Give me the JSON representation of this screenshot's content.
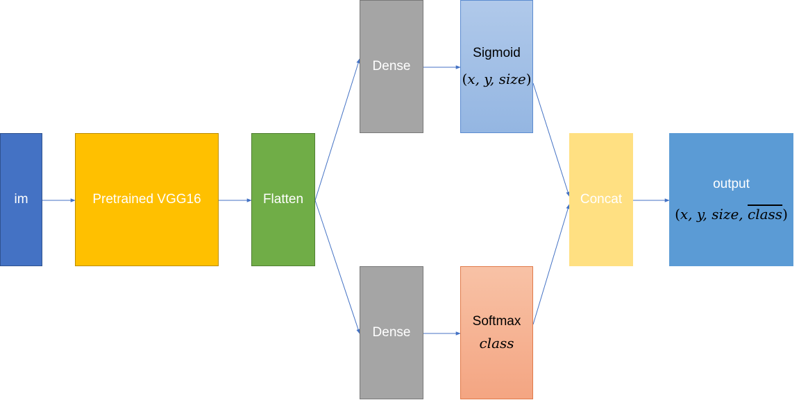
{
  "nodes": {
    "im": {
      "label": "im"
    },
    "vgg": {
      "label": "Pretrained VGG16"
    },
    "flatten": {
      "label": "Flatten"
    },
    "dense_top": {
      "label": "Dense"
    },
    "dense_bottom": {
      "label": "Dense"
    },
    "sigmoid": {
      "label": "Sigmoid",
      "formula": "x, y, size"
    },
    "softmax": {
      "label": "Softmax",
      "formula": "class"
    },
    "concat": {
      "label": "Concat"
    },
    "output": {
      "label": "output",
      "formula_main": "x, y, size, ",
      "formula_over": "class"
    }
  },
  "colors": {
    "arrow": "#4472c4",
    "im": "#4472c4",
    "vgg": "#ffc000",
    "flatten": "#70ad47",
    "dense": "#a5a5a5",
    "sigmoid": "#a6c3e8",
    "softmax": "#f6b394",
    "concat": "#ffe082",
    "output": "#5b9bd5"
  }
}
